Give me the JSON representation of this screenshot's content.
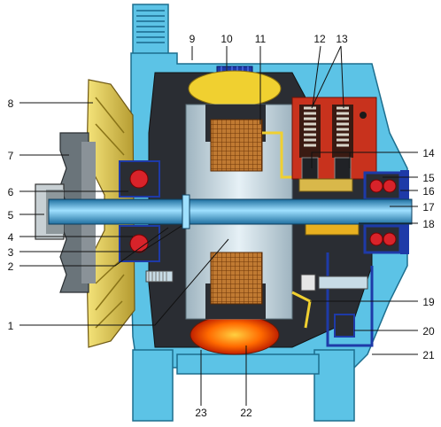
{
  "callouts": [
    {
      "id": "1",
      "label": "1"
    },
    {
      "id": "2",
      "label": "2"
    },
    {
      "id": "3",
      "label": "3"
    },
    {
      "id": "4",
      "label": "4"
    },
    {
      "id": "5",
      "label": "5"
    },
    {
      "id": "6",
      "label": "6"
    },
    {
      "id": "7",
      "label": "7"
    },
    {
      "id": "8",
      "label": "8"
    },
    {
      "id": "9",
      "label": "9"
    },
    {
      "id": "10",
      "label": "10"
    },
    {
      "id": "11",
      "label": "11"
    },
    {
      "id": "12",
      "label": "12"
    },
    {
      "id": "13",
      "label": "13"
    },
    {
      "id": "14",
      "label": "14"
    },
    {
      "id": "15",
      "label": "15"
    },
    {
      "id": "16",
      "label": "16"
    },
    {
      "id": "17",
      "label": "17"
    },
    {
      "id": "18",
      "label": "18"
    },
    {
      "id": "19",
      "label": "19"
    },
    {
      "id": "20",
      "label": "20"
    },
    {
      "id": "21",
      "label": "21"
    },
    {
      "id": "22",
      "label": "22"
    },
    {
      "id": "23",
      "label": "23"
    }
  ],
  "colors": {
    "housing": "#5cc3e6",
    "housing_dark": "#2e8fb5",
    "interior": "#2a2d33",
    "pulley": "#e9d65a",
    "pulley_dark": "#9c8a2a",
    "winding": "#b8752e",
    "winding_grid": "#7a3f0e",
    "pole": "#c8dce6",
    "shaft": "#4fb4e6",
    "bearing_red": "#d8232a",
    "brush_holder": "#c8321d",
    "spring": "#c9c6bd",
    "diode_glow": "#ff6a00",
    "blue_coil": "#1e3aa8",
    "yellow_wire": "#f0d030"
  }
}
